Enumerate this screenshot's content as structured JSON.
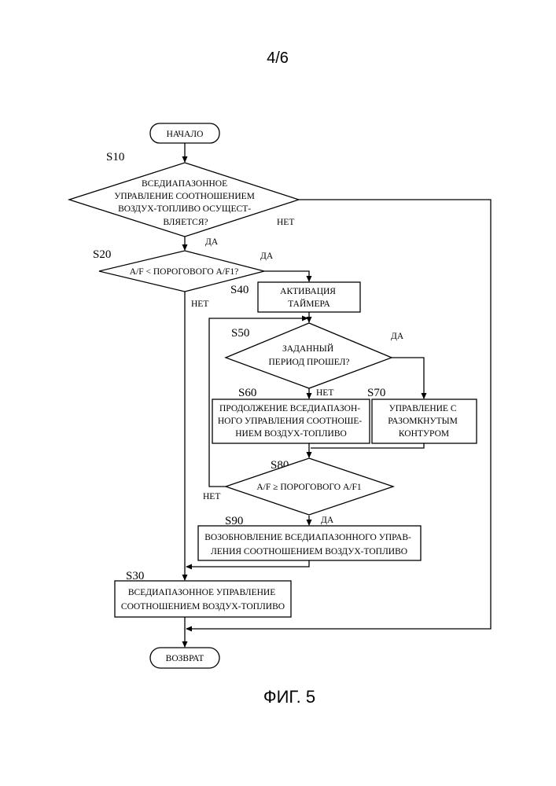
{
  "page_number": "4/6",
  "figure_caption": "ФИГ. 5",
  "nodes": {
    "start": "НАЧАЛО",
    "s10": [
      "ВСЕДИАПАЗОННОЕ",
      "УПРАВЛЕНИЕ СООТНОШЕНИЕМ",
      "ВОЗДУХ-ТОПЛИВО ОСУЩЕСТ-",
      "ВЛЯЕТСЯ?"
    ],
    "s20": "A/F < ПОРОГОВОГО A/F1?",
    "s40": [
      "АКТИВАЦИЯ",
      "ТАЙМЕРА"
    ],
    "s50": [
      "ЗАДАННЫЙ",
      "ПЕРИОД ПРОШЕЛ?"
    ],
    "s60": [
      "ПРОДОЛЖЕНИЕ ВСЕДИАПАЗОН-",
      "НОГО УПРАВЛЕНИЯ СООТНОШЕ-",
      "НИЕМ ВОЗДУХ-ТОПЛИВО"
    ],
    "s70": [
      "УПРАВЛЕНИЕ С",
      "РАЗОМКНУТЫМ",
      "КОНТУРОМ"
    ],
    "s80": "A/F ≥ ПОРОГОВОГО A/F1",
    "s90": [
      "ВОЗОБНОВЛЕНИЕ ВСЕДИАПАЗОННОГО УПРАВ-",
      "ЛЕНИЯ СООТНОШЕНИЕМ ВОЗДУХ-ТОПЛИВО"
    ],
    "s30": [
      "ВСЕДИАПАЗОННОЕ УПРАВЛЕНИЕ",
      "СООТНОШЕНИЕМ ВОЗДУХ-ТОПЛИВО"
    ],
    "end": "ВОЗВРАТ"
  },
  "step_labels": {
    "s10": "S10",
    "s20": "S20",
    "s30": "S30",
    "s40": "S40",
    "s50": "S50",
    "s60": "S60",
    "s70": "S70",
    "s80": "S80",
    "s90": "S90"
  },
  "branch_labels": {
    "s10_no": "НЕТ",
    "s10_yes": "ДА",
    "s20_yes": "ДА",
    "s20_no": "НЕТ",
    "s50_yes": "ДА",
    "s50_no": "НЕТ",
    "s80_no": "НЕТ",
    "s80_yes": "ДА"
  }
}
